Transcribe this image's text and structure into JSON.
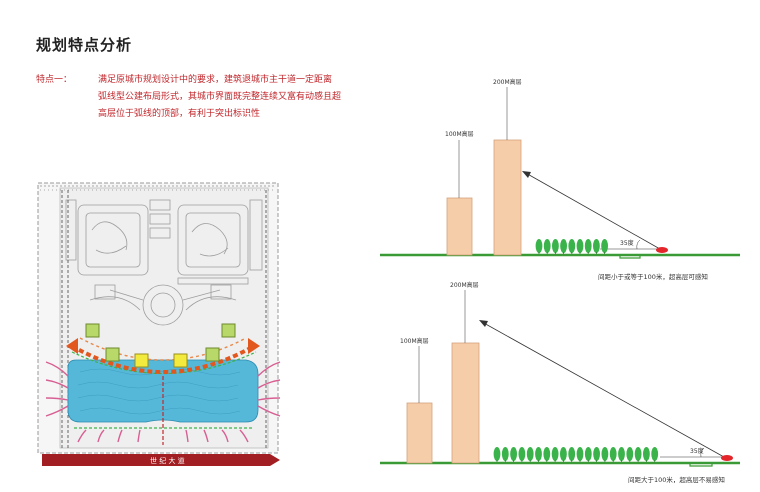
{
  "page": {
    "title": "规划特点分析",
    "feature_label": "特点一：",
    "feature_lines": [
      "满足原城市规划设计中的要求，建筑退城市主干道一定距离",
      "弧线型公建布局形式，其城市界面既完整连续又富有动感且超",
      "高层位于弧线的顶部，有利于突出标识性"
    ]
  },
  "site_plan": {
    "road_label": "世 纪 大 道",
    "colors": {
      "water": "#56b8d9",
      "towers": "#f2ea3c",
      "pavilions": "#b9d86a",
      "arc": "#e2571e",
      "arrows": "#d85f93",
      "road": "#a11e22"
    }
  },
  "diagram_top": {
    "label_100m": "100M高层",
    "label_200m": "200M高层",
    "angle": "35度",
    "caption": "间距小于或等于100米，超高层可感知"
  },
  "diagram_bottom": {
    "label_100m": "100M高层",
    "label_200m": "200M高层",
    "angle": "35度",
    "caption": "间距大于100米，超高层不易感知"
  },
  "colors": {
    "building": "#f6cda9",
    "ground": "#3a9a35",
    "tree": "#39b34a",
    "viewer": "#e4262b",
    "title_red": "#c0282d"
  }
}
